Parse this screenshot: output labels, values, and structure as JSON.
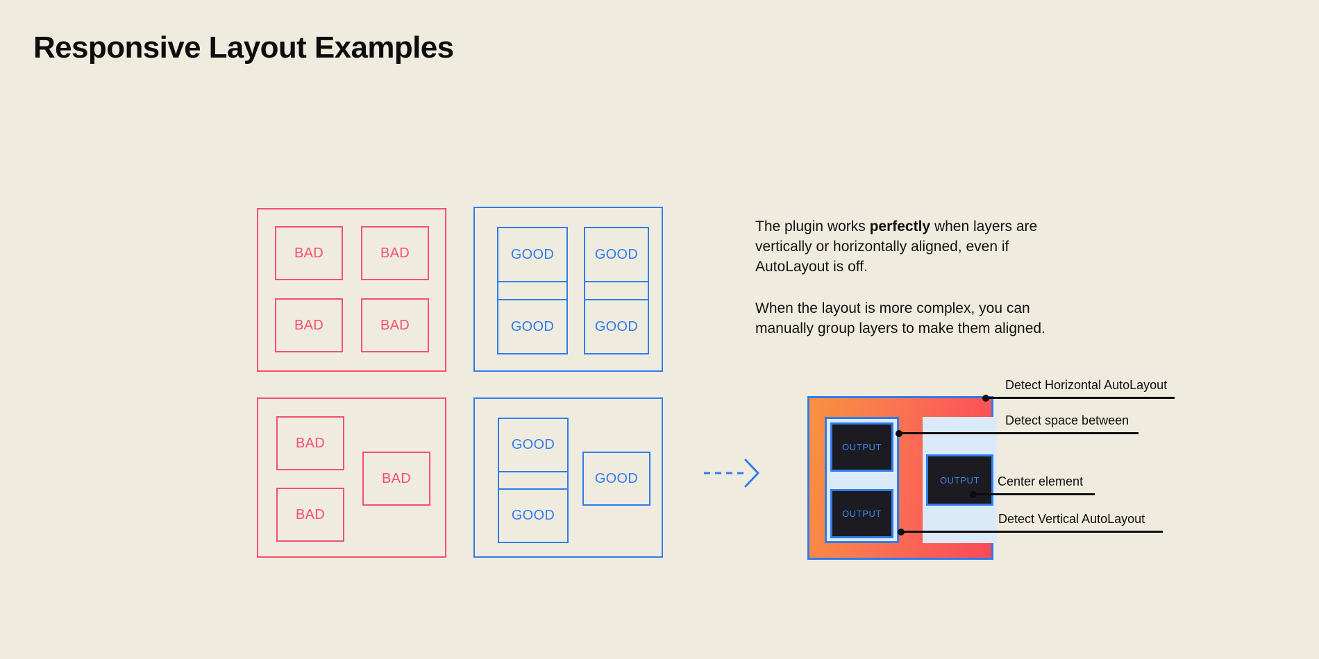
{
  "page": {
    "title": "Responsive Layout Examples",
    "background_color": "#f0ebdf",
    "bad_color": "#f4516b",
    "good_color": "#2f7ced",
    "text_color": "#111111"
  },
  "examples": {
    "bad_grid_top": {
      "caption": "",
      "cells": [
        {
          "label": "BAD"
        },
        {
          "label": "BAD"
        },
        {
          "label": "BAD"
        },
        {
          "label": "BAD"
        }
      ]
    },
    "good_grid_top": {
      "cells": [
        {
          "label": "GOOD"
        },
        {
          "label": "GOOD"
        },
        {
          "label": "GOOD"
        },
        {
          "label": "GOOD"
        }
      ]
    },
    "bad_grid_bottom": {
      "cells": [
        {
          "label": "BAD"
        },
        {
          "label": "BAD"
        },
        {
          "label": "BAD"
        }
      ]
    },
    "good_grid_bottom": {
      "cells": [
        {
          "label": "GOOD"
        },
        {
          "label": "GOOD"
        },
        {
          "label": "GOOD"
        }
      ]
    }
  },
  "arrow": {
    "icon": "dashed-arrow-right-icon",
    "color": "#2f7ced",
    "style": "dashed"
  },
  "copy": {
    "paragraph_1_part_1": "The plugin works ",
    "paragraph_1_bold": "perfectly",
    "paragraph_1_part_2": " when layers are vertically or horizontally aligned, even if AutoLayout is off.",
    "paragraph_2": "When the layout is more complex, you can manually group layers to make them aligned."
  },
  "result": {
    "outputs": [
      {
        "label": "OUTPUT"
      },
      {
        "label": "OUTPUT"
      },
      {
        "label": "OUTPUT"
      }
    ],
    "frame_border_color": "#2f7ced",
    "panel_color": "#dbeaf8",
    "output_bg_color": "#1b1b21",
    "output_text_color": "#3f86ef",
    "gradient_from": "#f8923f",
    "gradient_to": "#fb4a55"
  },
  "annotations": [
    {
      "label": "Detect Horizontal AutoLayout"
    },
    {
      "label": "Detect space between"
    },
    {
      "label": "Center element"
    },
    {
      "label": "Detect Vertical AutoLayout"
    }
  ]
}
